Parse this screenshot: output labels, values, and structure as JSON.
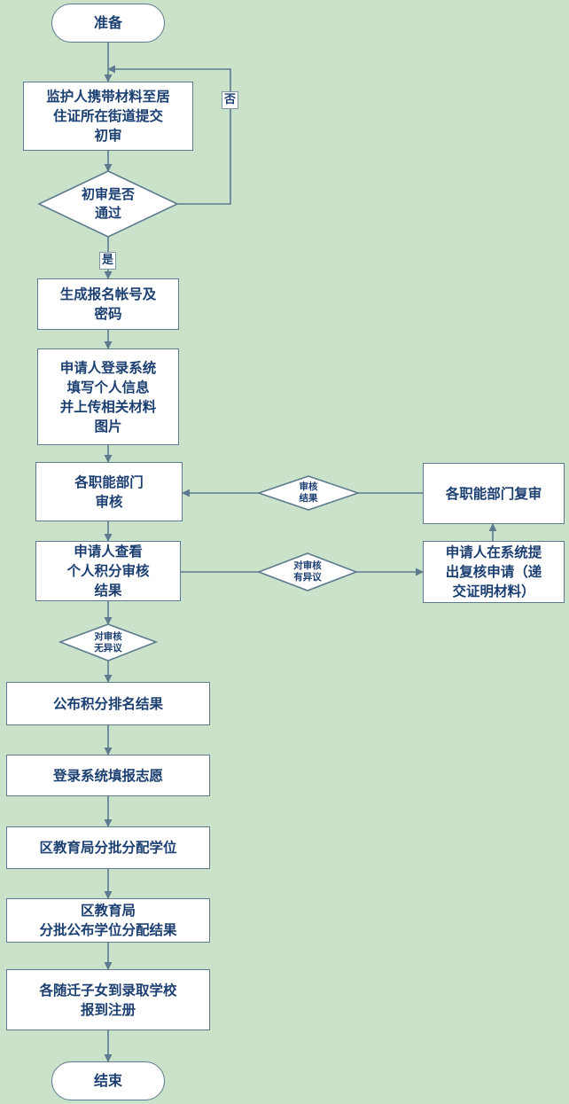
{
  "colors": {
    "background": "#c9e2c9",
    "node_fill": "#ffffff",
    "line": "#5d7a8f",
    "text": "#1c3f72"
  },
  "nodes": {
    "start": "准备",
    "submit": "监护人携带材料至居\n住证所在街道提交\n初审",
    "d_initial": "初审是否\n通过",
    "account": "生成报名帐号及\n密码",
    "login": "申请人登录系统\n填写个人信息\n并上传相关材料\n图片",
    "dept_review": "各职能部门\n审核",
    "view_result": "申请人查看\n个人积分审核\n结果",
    "d_no_objection": "对审核\n无异议",
    "d_objection": "对审核\n有异议",
    "d_review_result": "审核\n结果",
    "apply_recheck": "申请人在系统提\n出复核申请（递\n交证明材料）",
    "dept_recheck": "各职能部门复审",
    "publish_rank": "公布积分排名结果",
    "fill_wish": "登录系统填报志愿",
    "allocate": "区教育局分批分配学位",
    "publish_alloc": "区教育局\n分批公布学位分配结果",
    "register": "各随迁子女到录取学校\n报到注册",
    "end": "结束"
  },
  "edge_labels": {
    "no": "否",
    "yes": "是"
  }
}
